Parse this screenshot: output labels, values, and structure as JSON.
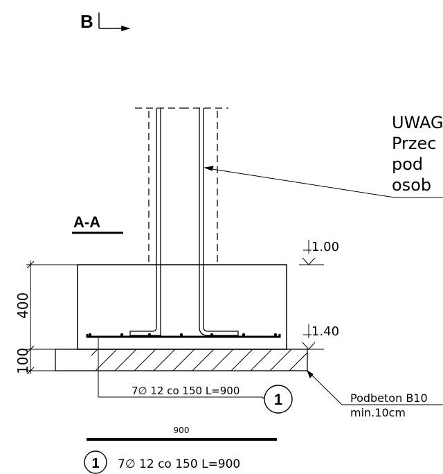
{
  "section_b": {
    "label": "B"
  },
  "section_a": {
    "label": "A-A"
  },
  "note": {
    "lines": [
      "UWAG",
      "Przec",
      "pod",
      "osob"
    ]
  },
  "elevations": {
    "top": "1.00",
    "bottom": "1.40"
  },
  "dimensions": {
    "footing_height": "400",
    "subbase_height": "100",
    "bar_length": "900"
  },
  "rebar": {
    "callout": "7∅ 12  co  150  L=900",
    "mark": "1",
    "schedule_text": "7∅ 12  co  150  L=900",
    "schedule_mark": "1"
  },
  "subbase": {
    "label": "Podbeton  B10",
    "sublabel": "min.10cm"
  }
}
